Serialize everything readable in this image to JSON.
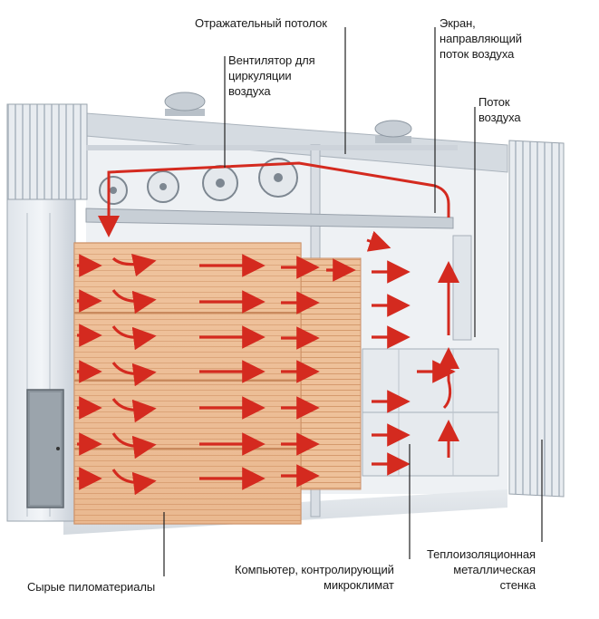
{
  "labels": {
    "ceiling": "Отражательный потолок",
    "fan": "Вентилятор для\nциркуляции\nвоздуха",
    "screen": "Экран,\nнаправляющий\nпоток воздуха",
    "airflow": "Поток\nвоздуха",
    "lumber": "Сырые пиломатериалы",
    "computer": "Компьютер, контролирующий\nмикроклимат",
    "wall": "Теплоизоляционная\nметаллическая\nстенка"
  },
  "colors": {
    "arrow": "#d42a1f",
    "wood": "#e9b48a",
    "wood_dark": "#c98a5e",
    "metal": "#cfd6de",
    "metal_dark": "#8c96a0",
    "text": "#1a1a1a"
  }
}
